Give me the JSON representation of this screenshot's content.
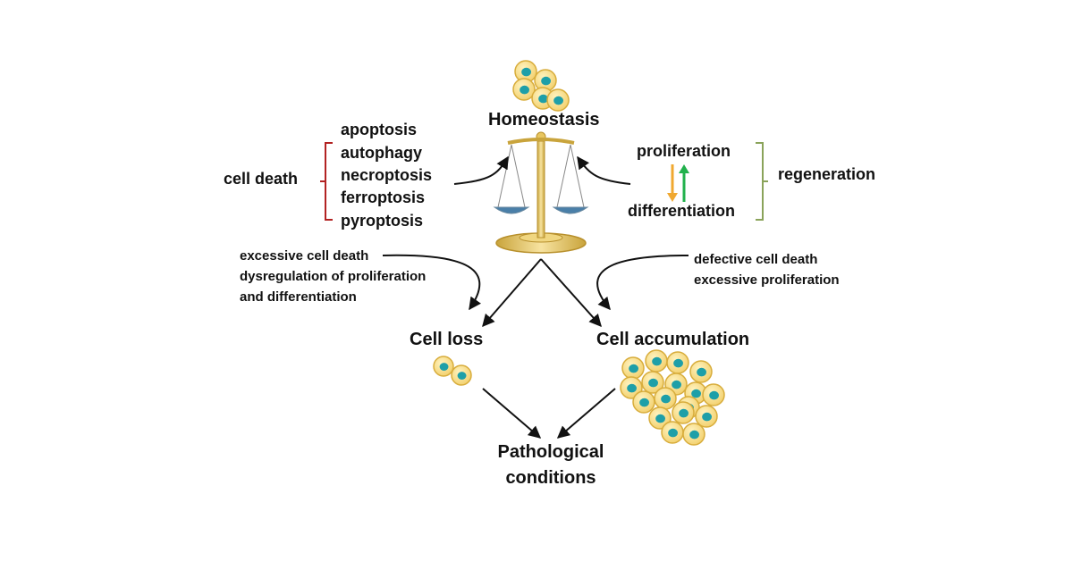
{
  "title": "Homeostasis",
  "left_group": {
    "label": "cell death",
    "items": [
      "apoptosis",
      "autophagy",
      "necroptosis",
      "ferroptosis",
      "pyroptosis"
    ]
  },
  "right_group": {
    "label": "regeneration",
    "top": "proliferation",
    "bottom": "differentiation"
  },
  "left_causes": [
    "excessive cell death",
    "dysregulation of proliferation",
    "and differentiation"
  ],
  "right_causes": [
    "defective cell death",
    "excessive proliferation"
  ],
  "outcome_left": "Cell loss",
  "outcome_right": "Cell accumulation",
  "final": [
    "Pathological",
    "conditions"
  ],
  "colors": {
    "cell_fill": "#f7dc82",
    "cell_edge": "#d8ad3c",
    "nucleus": "#1e9fa8",
    "bracket_left": "#b22222",
    "bracket_right": "#8aa35a",
    "arrow_down": "#f0a830",
    "arrow_up": "#22b14c",
    "scale_gold": "#e8c660",
    "pan_liquid": "#4a7fa8"
  }
}
